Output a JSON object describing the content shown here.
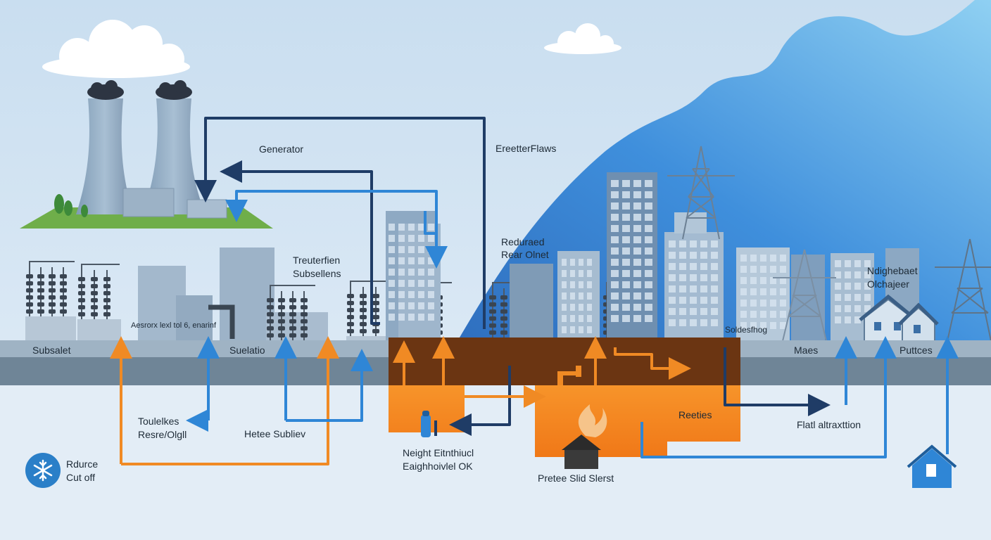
{
  "colors": {
    "sky_top": "#c9def0",
    "sky_bottom": "#e4eef7",
    "mountain_blue": "#3f8fdc",
    "ground_band": "#9fb3c4",
    "road": "#6f8597",
    "hot_zone": "#f4861f",
    "hot_zone_dark": "#6b3512",
    "flow_orange": "#f08a24",
    "flow_blue": "#2f86d6",
    "flow_navy": "#1f3c66",
    "building": "#8da8c2",
    "grass": "#6fae4a"
  },
  "labels": {
    "generator": "Generator",
    "electric_flows": "EreetterFlaws",
    "reduced_rear_outlet": [
      "Reduraed",
      "Rear Olnet"
    ],
    "transfer_substations": [
      "Treuterfien",
      "Subsellens"
    ],
    "neighborhood_exchange": [
      "Ndighebaet",
      "Olchajeer"
    ],
    "assembly_note": "Aesrorx lexl tol 6, enarinf",
    "substation_left": "Subsalet",
    "substation_mid": "Suelatio",
    "sensing": "Soldesfhog",
    "mains": "Maes",
    "putters": "Puttces",
    "trouble_kes": [
      "Toulelkes",
      "Resre/Olgll"
    ],
    "heat_sublev": "Hetee Subliev",
    "neighbor_note": [
      "Neight Eitnthiucl",
      "Eaighhoivlel OK"
    ],
    "reeties": "Reeties",
    "flat_attraction": "Flatl altraxttion",
    "protect_sub_street": "Pretee Slid Slerst",
    "reduced_cutoff": [
      "Rdurce",
      "Cut off"
    ]
  },
  "icons": [
    "cloud-icon",
    "cooling-tower-icon",
    "transmission-tower-icon",
    "house-icon",
    "snowflake-icon",
    "flame-icon",
    "fire-hydrant-icon",
    "wrench-icon"
  ]
}
